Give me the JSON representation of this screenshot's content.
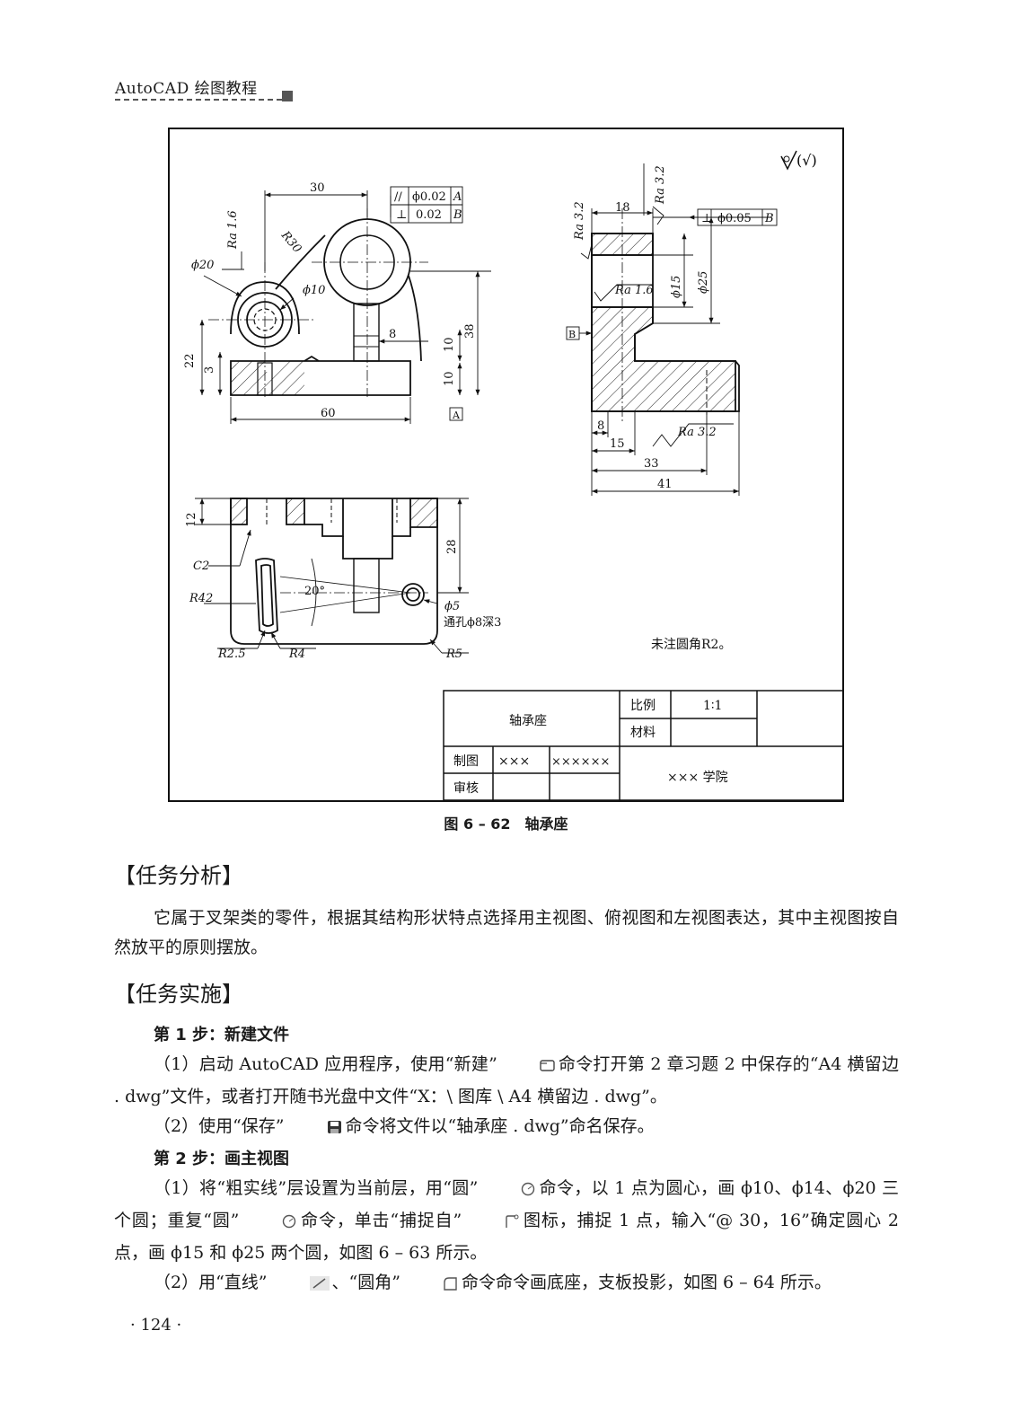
{
  "header": {
    "title": "AutoCAD 绘图教程"
  },
  "figure": {
    "caption_number": "图 6 – 62",
    "caption_title": "轴承座",
    "roughness_symbol": "(√)",
    "labels": {
      "ra16_a": "Ra 1.6",
      "ra16_b": "Ra 1.6",
      "ra32_a": "Ra 3.2",
      "ra32_b": "Ra 3.2",
      "ra32_c": "Ra 3.2",
      "d30": "30",
      "r30": "R30",
      "phi20": "ϕ20",
      "phi10": "ϕ10",
      "d22": "22",
      "d3": "3",
      "d8": "8",
      "d10a": "10",
      "d10b": "10",
      "d38": "38",
      "d60": "60",
      "datum_a": "A",
      "datum_b": "B",
      "d18": "18",
      "phi15": "ϕ15",
      "phi25": "ϕ25",
      "d8b": "8",
      "d15": "15",
      "d33": "33",
      "d41": "41",
      "d12": "12",
      "d28": "28",
      "c2": "C2",
      "r42": "R42",
      "a20": "20°",
      "phi5": "ϕ5",
      "through_hole": "通孔ϕ8深3",
      "r25": "R2.5",
      "r4": "R4",
      "r5": "R5",
      "note": "未注圆角R2。",
      "tol1_sym": "//",
      "tol1_val": "ϕ0.02",
      "tol1_ref": "A",
      "tol2_sym": "⊥",
      "tol2_val": "0.02",
      "tol2_ref": "B",
      "tol3_sym": "⊥",
      "tol3_val": "ϕ0.05",
      "tol3_ref": "B"
    },
    "title_block": {
      "part_name": "轴承座",
      "scale_label": "比例",
      "scale_value": "1∶1",
      "material_label": "材料",
      "drawn_label": "制图",
      "checked_label": "审核",
      "drawn_name": "×××",
      "drawn_date": "××××××",
      "school": "××× 学院"
    }
  },
  "sections": {
    "analysis_title": "【任务分析】",
    "analysis_text": "它属于叉架类的零件，根据其结构形状特点选择用主视图、俯视图和左视图表达，其中主视图按自然放平的原则摆放。",
    "implementation_title": "【任务实施】"
  },
  "steps": {
    "step1_title": "第 1 步：新建文件",
    "step1_p1_a": "（1）启动 AutoCAD 应用程序，使用“新建”",
    "step1_p1_b": "命令打开第 2 章习题 2 中保存的“A4 横留边 . dwg”文件，或者打开随书光盘中文件“X：\\ 图库 \\ A4 横留边 . dwg”。",
    "step1_p2_a": "（2）使用“保存”",
    "step1_p2_b": "命令将文件以“轴承座 . dwg”命名保存。",
    "step2_title": "第 2 步：画主视图",
    "step2_p1_a": "（1）将“粗实线”层设置为当前层，用“圆”",
    "step2_p1_b": "命令，以 1 点为圆心，画 ϕ10、ϕ14、ϕ20 三个圆；重复“圆”",
    "step2_p1_c": "命令，单击“捕捉自”",
    "step2_p1_d": "图标，捕捉 1 点，输入“@ 30，16”确定圆心 2 点，画 ϕ15 和 ϕ25 两个圆，如图 6 – 63 所示。",
    "step2_p2_a": "（2）用“直线”",
    "step2_p2_b": "、“圆角”",
    "step2_p2_c": "命令命令画底座，支板投影，如图 6 – 64 所示。"
  },
  "icons": [
    "new-file-icon",
    "save-icon",
    "circle-icon",
    "snap-from-icon",
    "line-icon",
    "fillet-icon"
  ],
  "page_number": "· 124 ·"
}
